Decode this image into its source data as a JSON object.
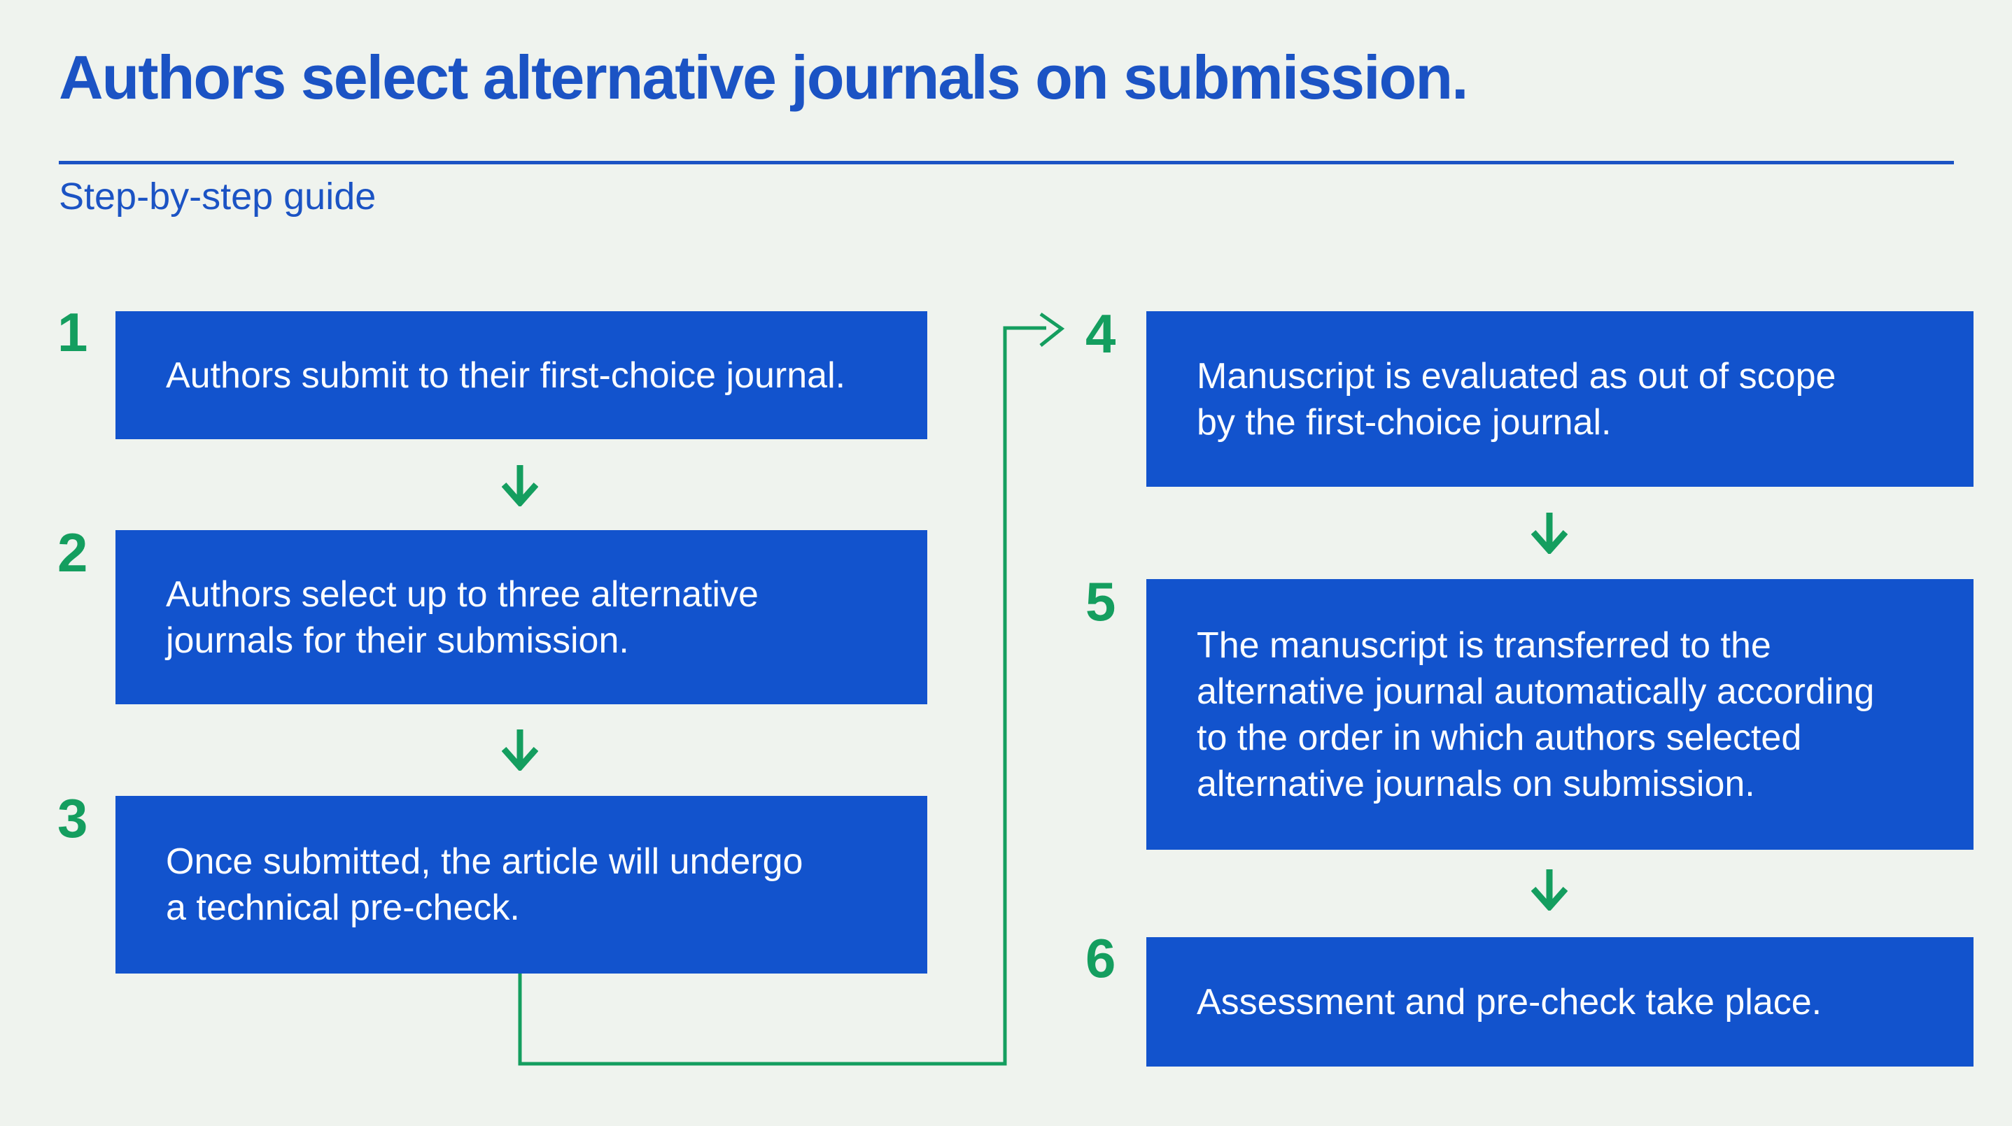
{
  "page": {
    "title": "Authors select alternative journals on submission.",
    "subtitle": "Step-by-step guide"
  },
  "colors": {
    "background": "#eff3ee",
    "box_blue": "#1253cd",
    "text_blue": "#1b53c4",
    "green": "#149e5f",
    "box_text": "#fbfdff"
  },
  "steps": [
    {
      "number": "1",
      "text": "Authors submit to their first-choice journal."
    },
    {
      "number": "2",
      "text": "Authors select up to three alternative\njournals for their submission."
    },
    {
      "number": "3",
      "text": "Once submitted, the article will undergo\na technical pre-check."
    },
    {
      "number": "4",
      "text": "Manuscript is evaluated as out of scope\nby the first-choice journal."
    },
    {
      "number": "5",
      "text": "The manuscript is transferred to the\nalternative journal automatically according\nto the order in which authors selected\nalternative journals on submission."
    },
    {
      "number": "6",
      "text": "Assessment and pre-check take place."
    }
  ],
  "icons": {
    "down_arrow": "arrow pointing down (green)",
    "elbow_connector": "elbow line from step 3 to step 4 ending in right arrow"
  }
}
